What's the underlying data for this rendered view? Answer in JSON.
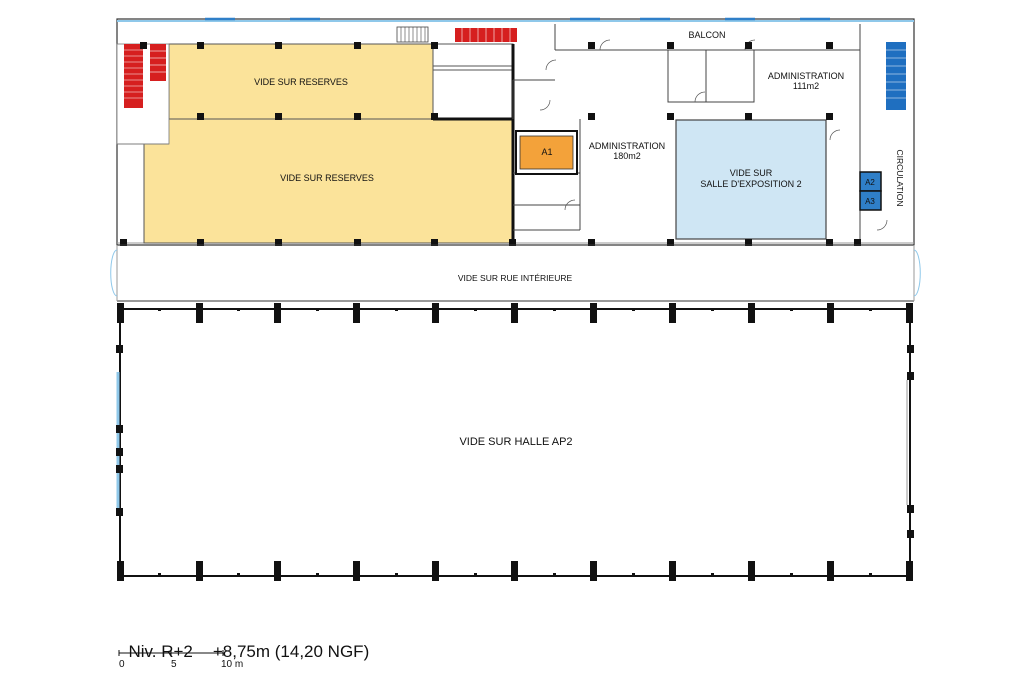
{
  "labels": {
    "balcon": "BALCON",
    "admin_top": "ADMINISTRATION",
    "admin_top_area": "111m2",
    "admin_mid": "ADMINISTRATION",
    "admin_mid_area": "180m2",
    "reserves_top": "VIDE SUR RESERVES",
    "reserves_bottom": "VIDE SUR RESERVES",
    "expo_line1": "VIDE SUR",
    "expo_line2": "SALLE D'EXPOSITION 2",
    "circulation": "CIRCULATION",
    "rue": "VIDE SUR RUE INTÉRIEURE",
    "halle": "VIDE SUR HALLE AP2"
  },
  "elevators": [
    "A1",
    "A2",
    "A3"
  ],
  "caption": {
    "level": "Niv. R+2",
    "altitude": "+8,75m (14,20 NGF)"
  },
  "scale": {
    "ticks": [
      "0",
      "5",
      "10 m"
    ]
  },
  "colors": {
    "reserves": "#fbe39a",
    "expo": "#cfe6f4",
    "elevator_a1": "#f3a23a",
    "elevator_a2": "#2f7fc8",
    "stairs_red": "#d61f1f",
    "stairs_blue": "#1f6fc0",
    "glazing": "#8fc8ea"
  }
}
